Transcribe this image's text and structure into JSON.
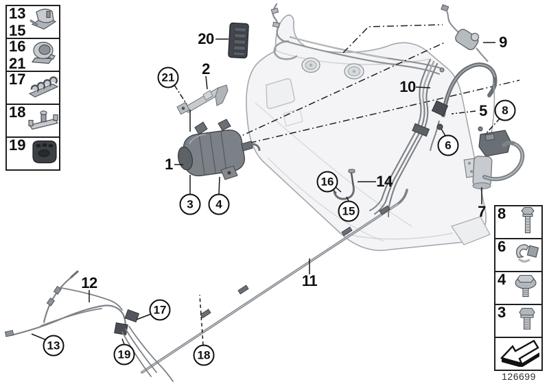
{
  "diagram": {
    "diagram_number": "126699",
    "colors": {
      "background": "#ffffff",
      "line": "#1a1a1a",
      "pipe_gray": "#7d8287",
      "part_dark": "#4a4e54",
      "part_light": "#c7cbcf",
      "tank_fill": "#f4f4f6"
    }
  },
  "left_panel": {
    "boxes": [
      {
        "labels": [
          "13",
          "15"
        ],
        "icon": "pipe-clip-icon"
      },
      {
        "labels": [
          "16",
          "21"
        ],
        "icon": "hose-clamp-icon"
      },
      {
        "labels": [
          "17"
        ],
        "icon": "multi-clip-rail-icon"
      },
      {
        "labels": [
          "18"
        ],
        "icon": "mounting-bracket-icon"
      },
      {
        "labels": [
          "19"
        ],
        "icon": "rubber-grommet-icon"
      }
    ]
  },
  "right_panel": {
    "boxes": [
      {
        "labels": [
          "8"
        ],
        "icon": "long-bolt-icon"
      },
      {
        "labels": [
          "6"
        ],
        "icon": "spring-clip-icon"
      },
      {
        "labels": [
          "4"
        ],
        "icon": "flanged-bolt-icon"
      },
      {
        "labels": [
          "3"
        ],
        "icon": "short-bolt-icon"
      }
    ],
    "arrow_icon": "previous-diagram-arrow-icon",
    "diagram_number": "126699"
  },
  "callouts": [
    {
      "text": "20",
      "circled": false
    },
    {
      "text": "2",
      "circled": false
    },
    {
      "text": "21",
      "circled": true
    },
    {
      "text": "1",
      "circled": false
    },
    {
      "text": "3",
      "circled": true
    },
    {
      "text": "4",
      "circled": true
    },
    {
      "text": "9",
      "circled": false
    },
    {
      "text": "10",
      "circled": false
    },
    {
      "text": "5",
      "circled": false
    },
    {
      "text": "8",
      "circled": true
    },
    {
      "text": "6",
      "circled": true
    },
    {
      "text": "7",
      "circled": false
    },
    {
      "text": "16",
      "circled": true
    },
    {
      "text": "14",
      "circled": false
    },
    {
      "text": "15",
      "circled": true
    },
    {
      "text": "11",
      "circled": false
    },
    {
      "text": "12",
      "circled": false
    },
    {
      "text": "17",
      "circled": true
    },
    {
      "text": "13",
      "circled": true
    },
    {
      "text": "19",
      "circled": true
    },
    {
      "text": "18",
      "circled": true
    }
  ]
}
